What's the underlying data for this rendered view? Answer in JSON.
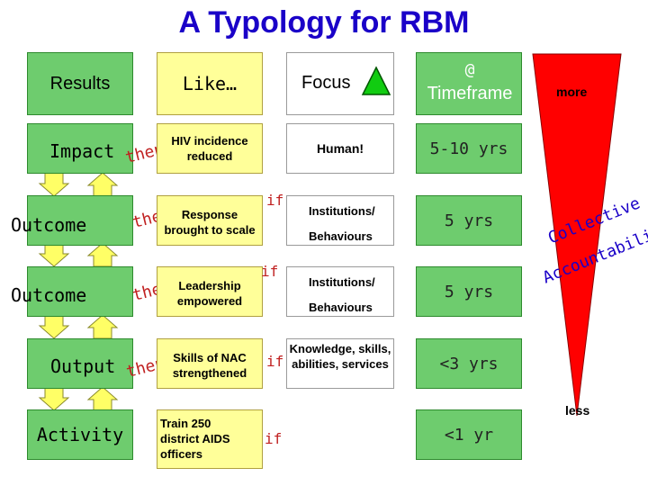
{
  "title": "A Typology for RBM",
  "header": {
    "results": "Results",
    "like": "Like…",
    "focus": "Focus",
    "timeframe_at": "@",
    "timeframe": "Timeframe",
    "more": "more"
  },
  "rows": [
    {
      "level": "Impact",
      "then": "then",
      "example": "HIV incidence reduced",
      "focus": "Human!",
      "timeframe": "5-10 yrs"
    },
    {
      "level": "Outcome",
      "then": "then",
      "if": "if",
      "example_l1": "Response",
      "example_l2": "brought to scale",
      "focus_l1": "Institutions/",
      "focus_l2": "Behaviours",
      "timeframe": "5 yrs"
    },
    {
      "level": "Outcome",
      "then": "then",
      "if": "if",
      "example_l1": "Leadership",
      "example_l2": "empowered",
      "focus_l1": "Institutions/",
      "focus_l2": "Behaviours",
      "timeframe": "5 yrs"
    },
    {
      "level": "Output",
      "then": "then",
      "if": "if",
      "example_l1": "Skills of NAC",
      "example_l2": "strengthened",
      "focus_l1": "Knowledge, skills,",
      "focus_l2": "abilities, services",
      "timeframe": "<3 yrs"
    },
    {
      "level": "Activity",
      "if": "if",
      "example_l1": "Train 250",
      "example_l2": "district AIDS",
      "example_l3": "officers",
      "timeframe": "<1 yr"
    }
  ],
  "wedge": {
    "line1": "Collective",
    "line2": "Accountability",
    "less": "less",
    "color": "#ff0000"
  },
  "colors": {
    "green": "#6ecc6e",
    "yellow": "#ffff99",
    "title": "#1a00c8",
    "arrow": "#ffff66"
  }
}
